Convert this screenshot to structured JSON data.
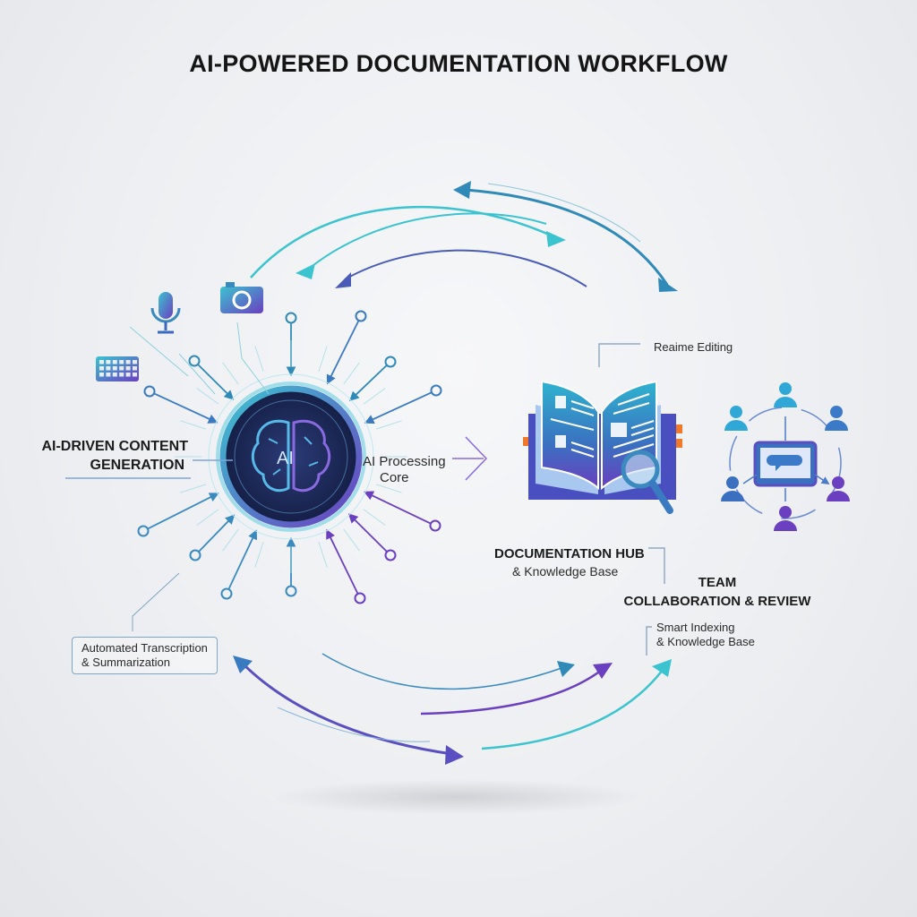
{
  "title": "AI-POWERED DOCUMENTATION WORKFLOW",
  "core": {
    "label_line1": "AI Processing",
    "label_line2": "Core",
    "brain_text": "AI"
  },
  "left_label": {
    "line1": "AI-DRIVEN CONTENT",
    "line2": "GENERATION"
  },
  "transcription": {
    "line1": "Automated Transcription",
    "line2": "& Summarization"
  },
  "realtime_label": "Reaime Editing",
  "hub": {
    "line1": "DOCUMENTATION HUB",
    "line2": "& Knowledge Base"
  },
  "team": {
    "line1": "TEAM",
    "line2": "COLLABORATION & REVIEW"
  },
  "indexing": {
    "line1": "Smart Indexing",
    "line2": "& Knowledge Base"
  },
  "colors": {
    "teal": "#3cc3d0",
    "blue": "#2f8ab8",
    "indigo": "#4a5cb8",
    "purple": "#6a3fc0",
    "orange": "#f07a2a",
    "navy": "#1c2a5c"
  }
}
